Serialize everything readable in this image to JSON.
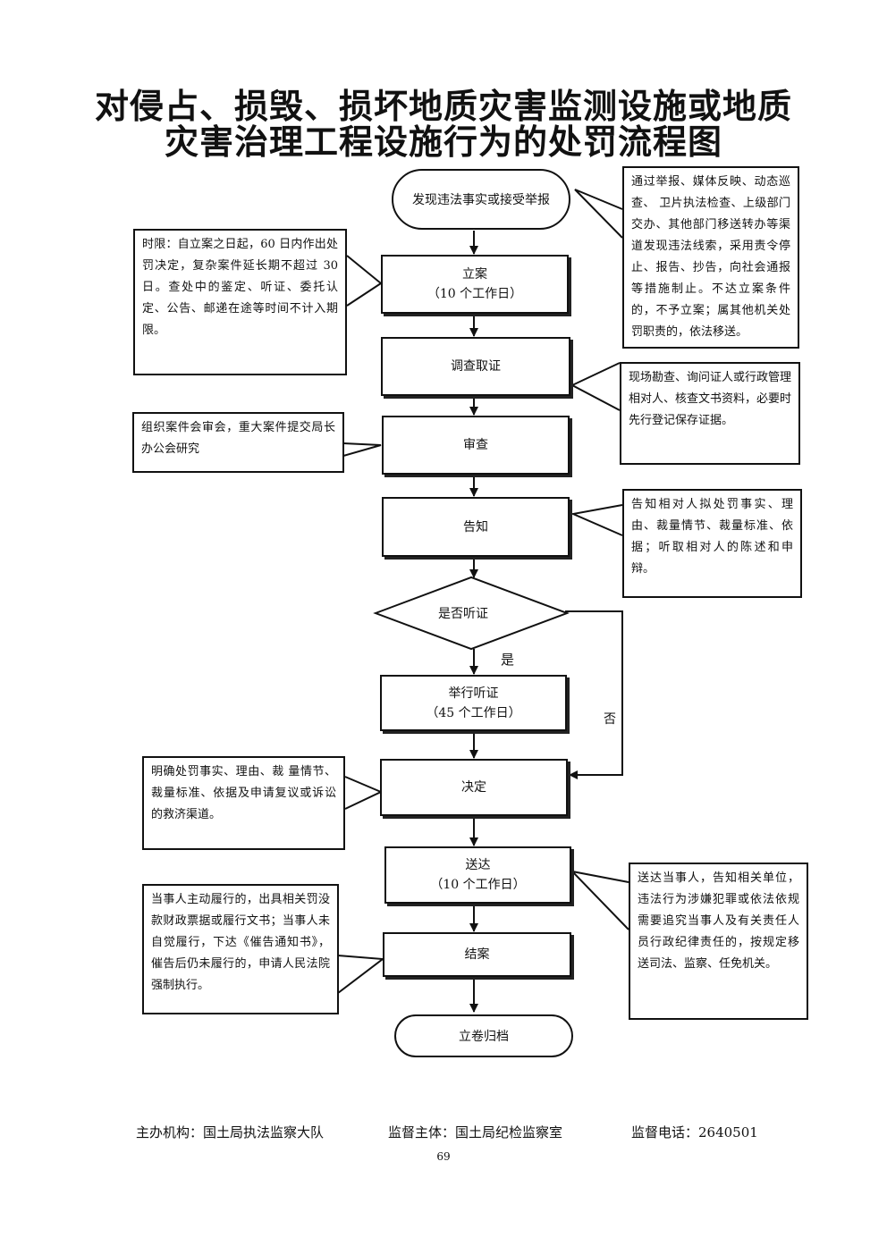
{
  "title": {
    "line1": "对侵占、损毁、损坏地质灾害监测设施或地质",
    "line2": "灾害治理工程设施行为的处罚流程图"
  },
  "flow": {
    "start": "发现违法事实或接受举报",
    "filing": {
      "label": "立案",
      "days": "（10 个工作日）"
    },
    "investigate": "调查取证",
    "review": "审查",
    "notify": "告知",
    "hearing_decision": "是否听证",
    "yes": "是",
    "no": "否",
    "hearing": {
      "label": "举行听证",
      "days": "（45 个工作日）"
    },
    "decide": "决定",
    "deliver": {
      "label": "送达",
      "days": "（10 个工作日）"
    },
    "close": "结案",
    "archive": "立卷归档"
  },
  "notes": {
    "report_sources": "通过举报、媒体反映、动态巡查、 卫片执法检查、上级部门交办、其他部门移送转办等渠道发现违法线索，采用责令停止、报告、抄告，向社会通报等措施制止。不达立案条件的，不予立案；属其他机关处罚职责的，依法移送。",
    "time_limit": "时限：自立案之日起，60 日内作出处罚决定，复杂案件延长期不超过 30 日。查处中的鉴定、听证、委托认定、公告、邮递在途等时间不计入期限。",
    "investigation": "现场勘查、询问证人或行政管理相对人、核查文书资料，必要时先行登记保存证据。",
    "review_meeting": "组织案件会审会，重大案件提交局长办公会研究",
    "notify_detail": "告知相对人拟处罚事实、理由、裁量情节、裁量标准、依据；听取相对人的陈述和申辩。",
    "decision_detail": "明确处罚事实、理由、裁 量情节、裁量标准、依据及申请复议或诉讼的救济渠道。",
    "delivery_detail": "送达当事人，告知相关单位，违法行为涉嫌犯罪或依法依规需要追究当事人及有关责任人员行政纪律责任的，按规定移送司法、监察、任免机关。",
    "close_detail": "当事人主动履行的，出具相关罚没款财政票据或履行文书；当事人未自觉履行，下达《催告通知书》，催告后仍未履行的，申请人民法院强制执行。"
  },
  "footer": {
    "host": "主办机构：国土局执法监察大队",
    "supervisor": "监督主体：国土局纪检监察室",
    "phone": "监督电话：2640501",
    "page": "69"
  }
}
